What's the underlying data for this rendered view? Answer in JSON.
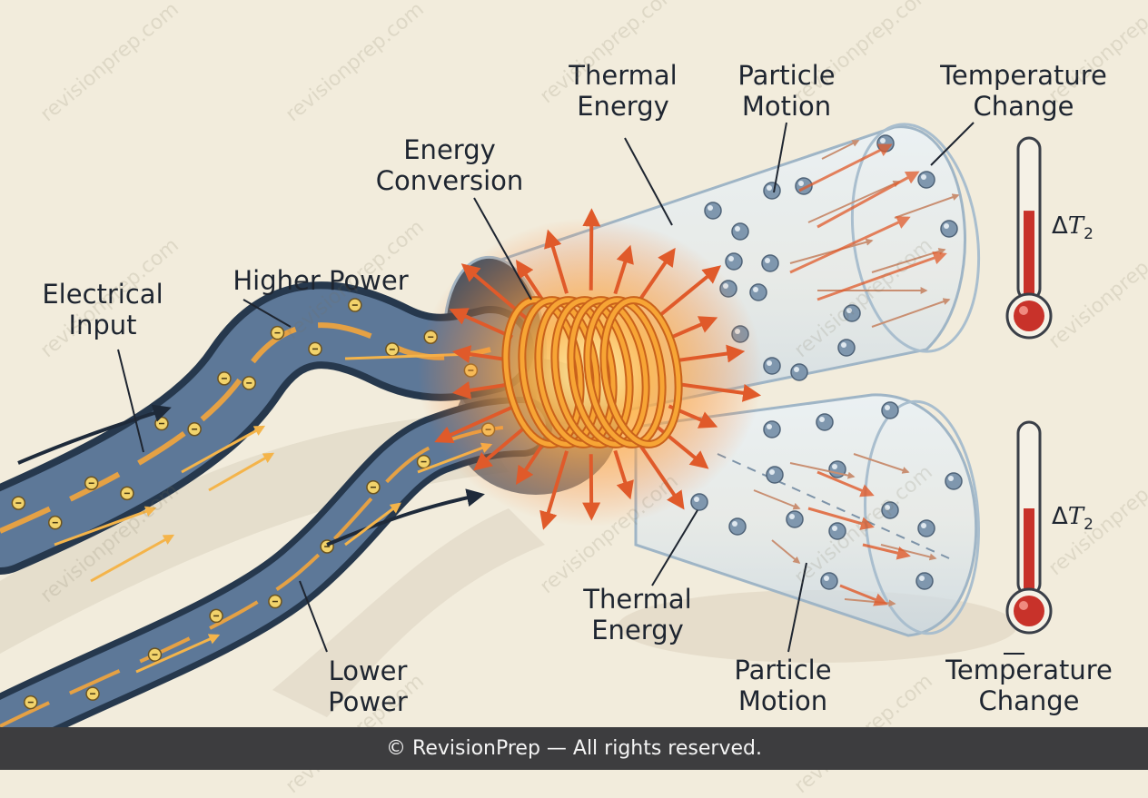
{
  "labels": {
    "electrical_input": "Electrical\nInput",
    "higher_power": "Higher Power",
    "energy_conversion": "Energy\nConversion",
    "thermal_energy_top": "Thermal\nEnergy",
    "particle_motion_top": "Particle\nMotion",
    "temperature_change_top": "Temperature\nChange",
    "lower_power": "Lower\nPower",
    "thermal_energy_bottom": "Thermal\nEnergy",
    "particle_motion_bottom": "Particle\nMotion",
    "temperature_change_bottom": "Temperature\nChange"
  },
  "thermometers": {
    "top": {
      "symbol": "T",
      "subscript": "2",
      "level": 0.55
    },
    "bottom": {
      "symbol": "T",
      "subscript": "2",
      "level": 0.5
    }
  },
  "watermark": "revisionprep.com",
  "footer": "© RevisionPrep — All rights reserved.",
  "colors": {
    "background": "#f2ecdc",
    "wire_casing": "#2f4a66",
    "current_glow": "#f4a53b",
    "heat_arrow": "#e05a2a",
    "coil": "#f7a535",
    "particle": "#7f97ae",
    "mercury": "#c8322a",
    "footer_bg": "#3d3d3f"
  },
  "icons": [
    "electron-icon",
    "heat-arrow-icon",
    "particle-icon",
    "thermometer-icon",
    "direction-arrow-icon"
  ]
}
